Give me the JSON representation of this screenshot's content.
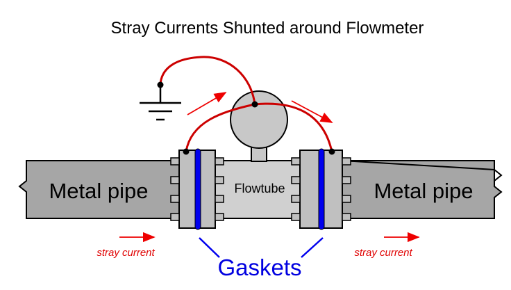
{
  "title": "Stray Currents Shunted around Flowmeter",
  "labels": {
    "pipe_left": "Metal pipe",
    "pipe_right": "Metal pipe",
    "flowtube": "Flowtube",
    "stray_left": "stray current",
    "stray_right": "stray current",
    "gaskets": "Gaskets"
  },
  "colors": {
    "wire": "#cc0000",
    "arrow": "#ee0000",
    "gasket": "#0000ee",
    "pipe": "#a6a6a6",
    "flange": "#c0c0c0",
    "tube": "#d0d0d0",
    "meter": "#c8c8c8"
  },
  "icons": [
    "ground-symbol-icon"
  ]
}
